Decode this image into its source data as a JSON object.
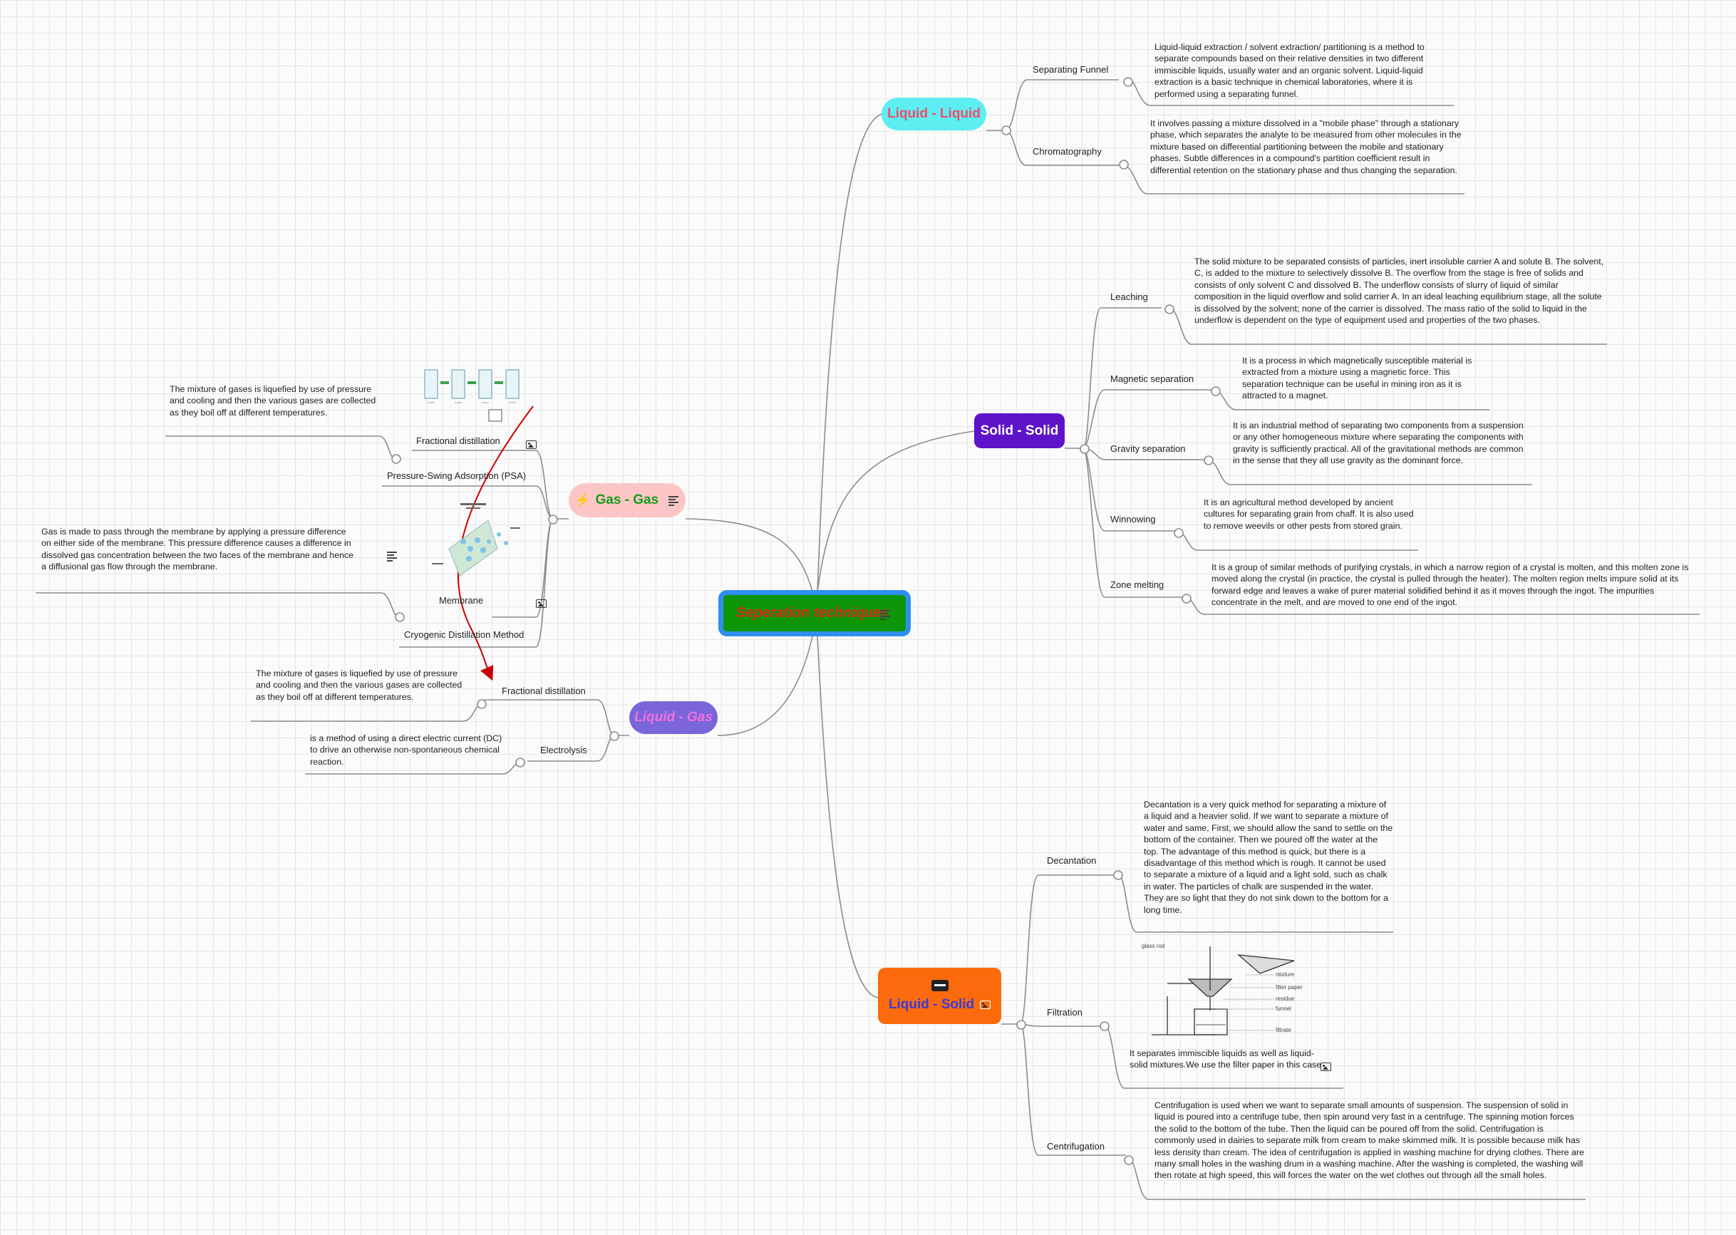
{
  "root": {
    "title": "Seperation techniques",
    "icon": "note-icon"
  },
  "branches": {
    "liquid_liquid": {
      "title": "Liquid - Liquid",
      "children": [
        {
          "label": "Separating Funnel",
          "desc": "Liquid-liquid extraction / solvent extraction/ partitioning is a method to separate compounds based on their relative densities in two different immiscible liquids, usually water and an organic solvent. Liquid-liquid extraction is a basic technique in chemical laboratories, where it is performed using a separating funnel."
        },
        {
          "label": "Chromatography",
          "desc": "It involves passing a mixture dissolved in a \"mobile phase\" through a stationary phase, which separates the analyte to be measured from other molecules in the mixture based on differential partitioning between the mobile and stationary phases. Subtle differences in a compound's partition coefficient result in differential retention on the stationary phase and thus changing the separation."
        }
      ]
    },
    "solid_solid": {
      "title": "Solid - Solid",
      "children": [
        {
          "label": "Leaching",
          "desc": "The solid mixture to be separated consists of particles, inert insoluble carrier A and solute B. The solvent, C, is added to the mixture to selectively dissolve B. The overflow from the stage is free of solids and consists of only solvent C and dissolved B. The underflow consists of slurry of liquid of similar composition in the liquid overflow and solid carrier A. In an ideal leaching equilibrium stage, all the solute is dissolved by the solvent; none of the carrier is dissolved. The mass ratio of the solid to liquid in the underflow is dependent on the type of equipment used and properties of the two phases."
        },
        {
          "label": "Magnetic separation",
          "desc": "It is a process in which magnetically susceptible material is extracted from a mixture using a magnetic force. This separation technique can be useful in mining iron as it is attracted to a magnet."
        },
        {
          "label": "Gravity separation",
          "desc": "It is an industrial method of separating two components from a suspension or any other homogeneous mixture where separating the components with gravity is sufficiently practical. All of the gravitational methods are common in the sense that they all use gravity as the dominant force."
        },
        {
          "label": "Winnowing",
          "desc": "It is an agricultural method developed by ancient cultures for separating grain from chaff. It is also used to remove weevils or other pests from stored grain."
        },
        {
          "label": "Zone melting",
          "desc": "It is a group of similar methods of purifying crystals, in which a narrow region of a crystal is molten, and this molten zone is moved along the crystal (in practice, the crystal is pulled through the heater). The molten region melts impure solid at its forward edge and leaves a wake of purer material solidified behind it as it moves through the ingot. The impurities concentrate in the melt, and are moved to one end of the ingot."
        }
      ]
    },
    "liquid_solid": {
      "title": "Liquid - Solid",
      "children": [
        {
          "label": "Decantation",
          "desc": "Decantation is a very quick method for separating a mixture of a liquid and a heavier solid. If we want to separate a mixture of water and same, First, we should allow the sand to settle on the bottom of the container. Then we poured off the water at the top. The advantage of this method is quick, but there is a disadvantage of this method which is rough. It cannot be used to separate a mixture of a liquid and a light sold, such as chalk in water. The particles of chalk are suspended in the water. They are so light that they do not sink down to the bottom for a long time."
        },
        {
          "label": "Filtration",
          "desc": "It separates immiscible liquids as well as liquid-solid mixtures.We use the filter paper in this case",
          "figure_labels": [
            "glass rod",
            "mixture",
            "filter paper",
            "residue",
            "funnel",
            "filtrate"
          ]
        },
        {
          "label": "Centrifugation",
          "desc": "Centrifugation is used when we want to separate small amounts of suspension. The suspension of solid in liquid is poured into a centrifuge tube, then spin around very fast in a centrifuge. The spinning motion forces the solid to the bottom of the tube. Then the liquid can be poured off from the solid. Centrifugation is commonly used in dairies to separate milk from cream to make skimmed milk. It is possible because milk has less density than cream. The idea of centrifugation is applied in washing machine for drying clothes. There are many small holes in the washing drum in a washing machine. After the washing is completed, the washing will then rotate at high speed, this will forces the water on the wet clothes out through all the small holes."
        }
      ]
    },
    "gas_gas": {
      "title": "Gas - Gas",
      "children": [
        {
          "label": "Fractional distillation",
          "desc": "The mixture of gases is liquefied by use of pressure and cooling and then the various gases are collected as they boil off at different temperatures."
        },
        {
          "label": "Pressure-Swing Adsorption (PSA)"
        },
        {
          "label": "Membrane",
          "desc": "Gas is made to pass through the membrane by applying a pressure difference on either side of the membrane. This pressure difference causes a difference in dissolved gas concentration between the two faces of the membrane and hence a diffusional gas flow through the membrane."
        },
        {
          "label": "Cryogenic Distillation Method"
        }
      ]
    },
    "liquid_gas": {
      "title": "Liquid - Gas",
      "children": [
        {
          "label": "Fractional distillation",
          "desc": "The mixture of gases is liquefied by use of pressure and cooling and then the various gases are collected as they boil off at different temperatures."
        },
        {
          "label": "Electrolysis",
          "desc": "is a method of using a direct electric current (DC) to drive an otherwise non-spontaneous chemical reaction."
        }
      ]
    }
  },
  "colors": {
    "root_fill": "#0c9608",
    "root_border": "#2f8fef",
    "root_text": "#e0261c",
    "liquid_liquid": "#5deef2",
    "solid_solid": "#5d13c7",
    "liquid_solid": "#fb6a0c",
    "gas_gas": "#fcc6c6",
    "liquid_gas": "#7a66d8",
    "relation_arrow": "#cc0000",
    "connector": "#808080"
  }
}
